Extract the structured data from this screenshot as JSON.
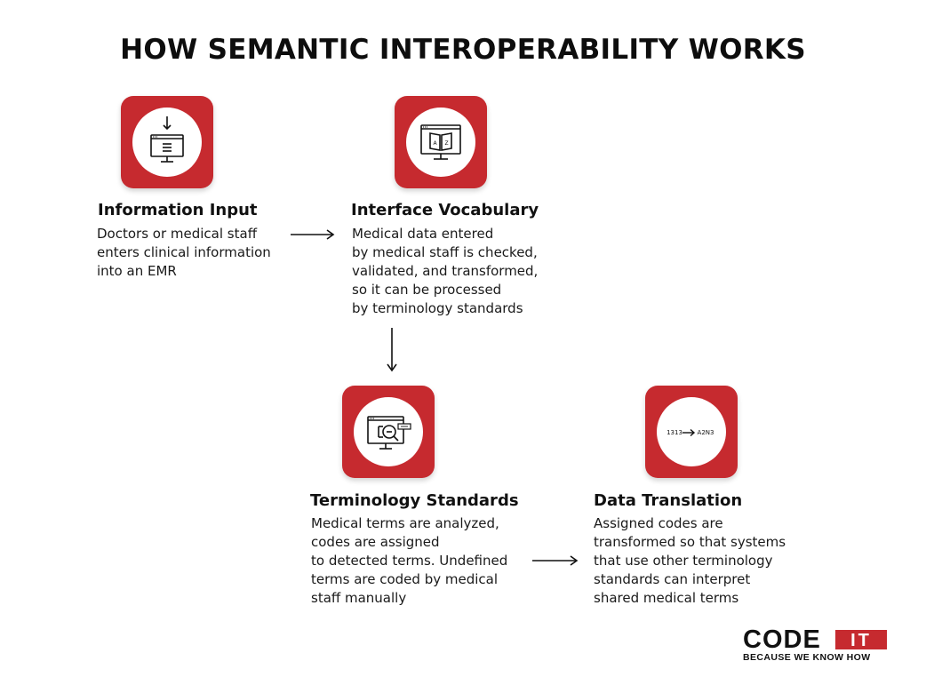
{
  "title": "HOW SEMANTIC INTEROPERABILITY WORKS",
  "steps": [
    {
      "title": "Information Input",
      "description": "Doctors or medical staff\nenters clinical information\ninto an EMR",
      "icon": "download-monitor-icon"
    },
    {
      "title": "Interface Vocabulary",
      "description": "Medical data entered\nby medical staff is checked,\nvalidated, and transformed,\nso it can be processed\nby terminology standards",
      "icon": "dictionary-monitor-icon",
      "icon_letters": [
        "A",
        "Z"
      ]
    },
    {
      "title": "Terminology Standards",
      "description": "Medical terms are analyzed,\ncodes are assigned\nto detected terms. Undefined\nterms are coded by medical\nstaff manually",
      "icon": "magnifier-monitor-icon"
    },
    {
      "title": "Data Translation",
      "description": "Assigned codes are\ntransformed so that systems\nthat use other terminology\nstandards can interpret\nshared medical terms",
      "icon": "code-translation-icon",
      "icon_text_from": "1313",
      "icon_text_to": "A2N3"
    }
  ],
  "logo": {
    "word": "CODE",
    "badge": "IT",
    "tagline": "BECAUSE WE KNOW HOW"
  },
  "colors": {
    "accent": "#c62a2f",
    "text": "#111111",
    "background": "#ffffff"
  }
}
